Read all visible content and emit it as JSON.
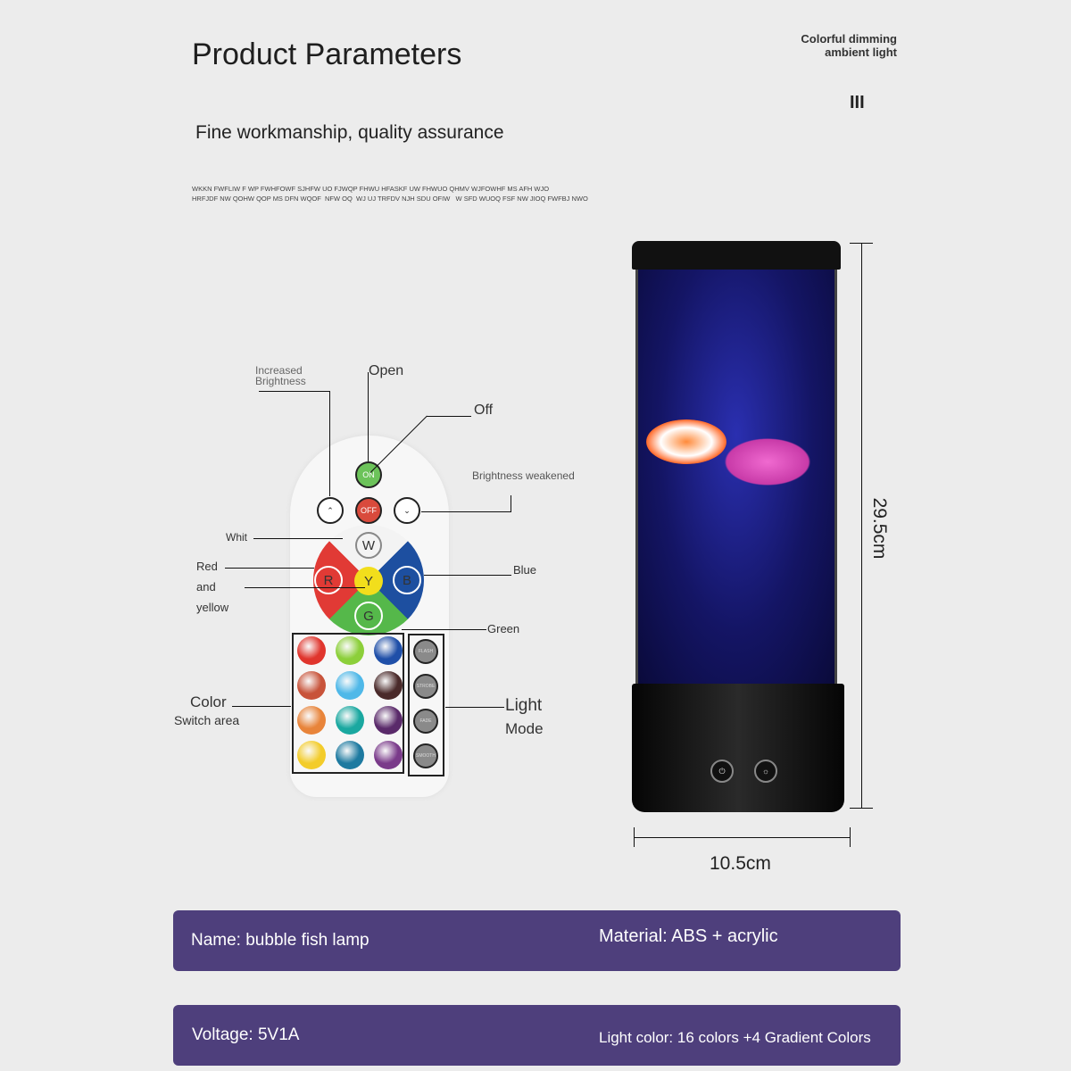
{
  "header": {
    "title": "Product Parameters",
    "subtitle": "Fine workmanship, quality assurance",
    "filler_text": "WKKN FWFLIW F WP FWHFOWF SJHFW UO FJWQP FHWU HFASKF UW FHWUO QHMV WJFOWHF MS AFH WJO\nHRFJDF NW QOHW QOP MS DFN WQOF  NFW OQ  WJ UJ TRFDV NJH SDU OFIW   W SFD WUOQ FSF NW JIOQ FWFBJ NWO",
    "feature_tag": "Colorful dimming\nambient light",
    "tag_mark": "III"
  },
  "remote": {
    "labels": {
      "increase": "Increased\nBrightness",
      "open": "Open",
      "off": "Off",
      "decrease": "Brightness weakened",
      "white": "Whit",
      "red": "Red",
      "and": "and",
      "yellow": "yellow",
      "blue": "Blue",
      "green": "Green",
      "color": "Color",
      "switch_area": "Switch area",
      "light": "Light",
      "mode": "Mode"
    },
    "buttons": {
      "on": "ON",
      "off": "OFF",
      "w": "W",
      "r": "R",
      "y": "Y",
      "b": "B",
      "g": "G"
    },
    "swatches": [
      "#e0352d",
      "#8ccf3a",
      "#1f4fa8",
      "#c8533a",
      "#4fb8e8",
      "#4a2a2a",
      "#e8843a",
      "#1aa8a0",
      "#5a2a6a",
      "#f3cc2a",
      "#1d7aa0",
      "#7a3a8a"
    ],
    "modes": [
      "FLASH",
      "STROBE",
      "FADE",
      "SMOOTH"
    ]
  },
  "lamp": {
    "height": "29.5cm",
    "width": "10.5cm"
  },
  "specs": {
    "name": "Name: bubble fish lamp",
    "material": "Material: ABS + acrylic",
    "voltage": "Voltage: 5V1A",
    "light_color": "Light color: 16 colors +4 Gradient Colors"
  },
  "colors": {
    "banner": "#4e3f7c",
    "background": "#ececec"
  }
}
